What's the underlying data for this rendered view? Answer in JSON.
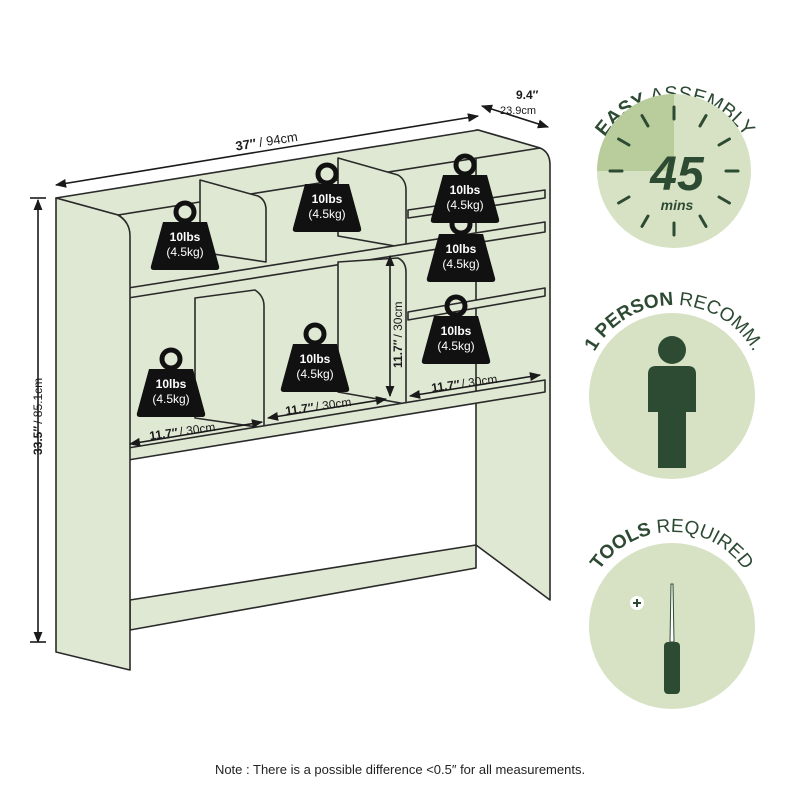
{
  "colors": {
    "shelf_fill": "#dfe8d3",
    "shelf_stroke": "#2a2a2a",
    "weight_fill": "#111111",
    "badge_fill": "#d6e2c3",
    "badge_accent": "#b9cd9c",
    "dark_green": "#2d4a33"
  },
  "dimensions": {
    "width_in": "37″",
    "width_cm": "/ 94cm",
    "depth_in": "9.4″",
    "depth_cm": "23.9cm",
    "height_in": "33.5″",
    "height_cm": "/ 85.1cm",
    "cubby_h_in": "11.7″",
    "cubby_h_cm": "/ 30cm",
    "cubby_w_in": "11.7″",
    "cubby_w_cm": "/ 30cm"
  },
  "weights": [
    {
      "lbs": "10lbs",
      "kg": "(4.5kg)"
    },
    {
      "lbs": "10lbs",
      "kg": "(4.5kg)"
    },
    {
      "lbs": "10lbs",
      "kg": "(4.5kg)"
    },
    {
      "lbs": "10lbs",
      "kg": "(4.5kg)"
    },
    {
      "lbs": "10lbs",
      "kg": "(4.5kg)"
    },
    {
      "lbs": "10lbs",
      "kg": "(4.5kg)"
    }
  ],
  "badges": {
    "assembly": {
      "bold": "EASY",
      "rest": " ASSEMBLY",
      "number": "45",
      "unit": "mins",
      "icon": "clock-icon"
    },
    "person": {
      "bold": "1 PERSON",
      "rest": " RECOMM.",
      "icon": "person-icon"
    },
    "tools": {
      "bold": "TOOLS",
      "rest": " REQUIRED",
      "icon": "screwdriver-icon"
    }
  },
  "note": "Note : There is a possible difference <0.5″ for all measurements."
}
